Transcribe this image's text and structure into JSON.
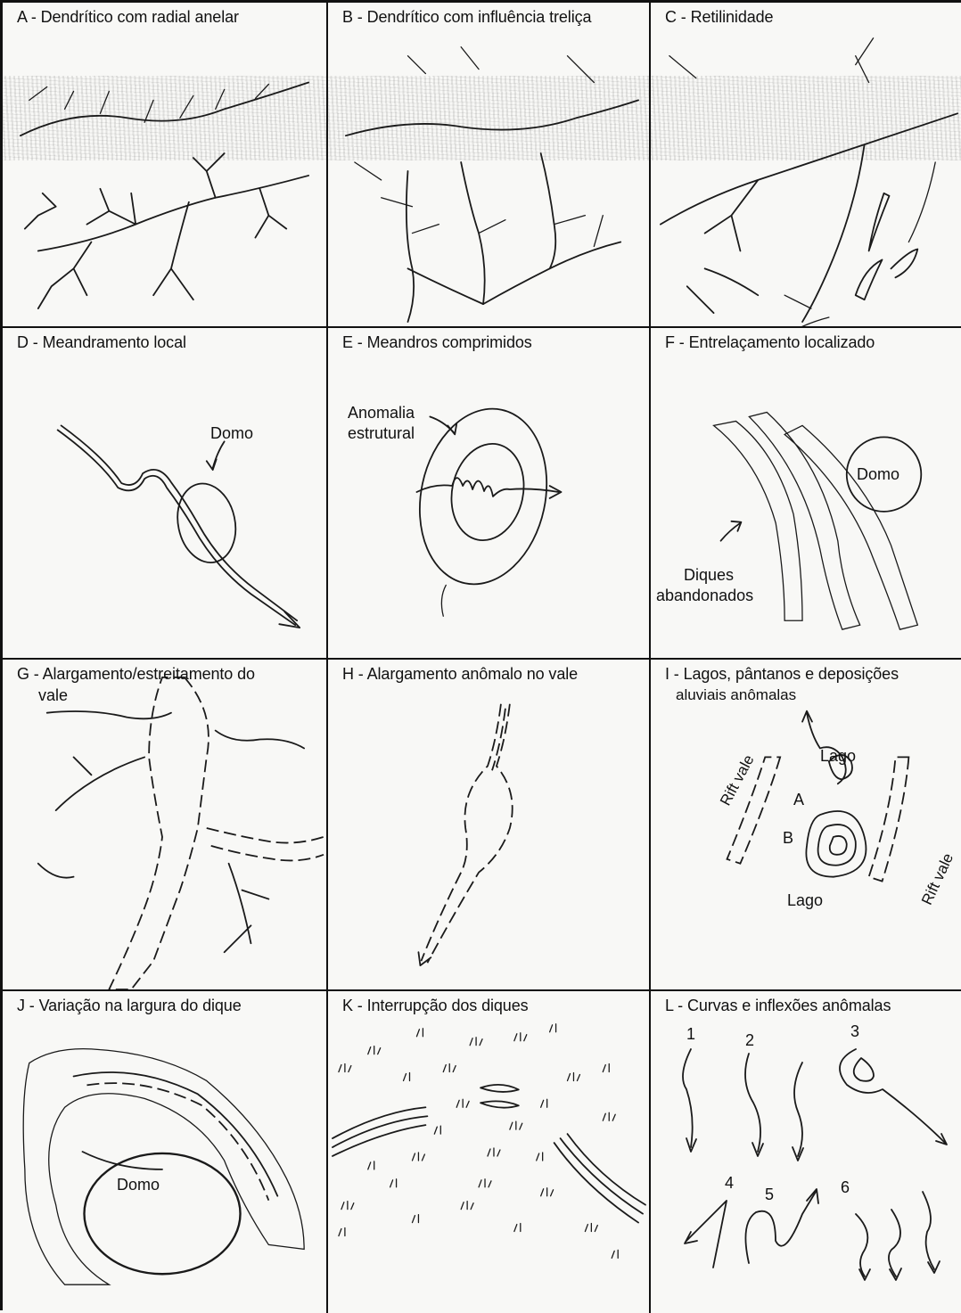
{
  "panels": {
    "a": {
      "title": "A - Dendrítico com radial anelar"
    },
    "b": {
      "title": "B - Dendrítico com influência treliça"
    },
    "c": {
      "title": "C - Retilinidade"
    },
    "d": {
      "title": "D - Meandramento local",
      "labels": {
        "domo": "Domo"
      }
    },
    "e": {
      "title": "E - Meandros comprimidos",
      "labels": {
        "anomalia_1": "Anomalia",
        "anomalia_2": "estrutural"
      }
    },
    "f": {
      "title": "F - Entrelaçamento localizado",
      "labels": {
        "domo": "Domo",
        "diques_1": "Diques",
        "diques_2": "abandonados"
      }
    },
    "g": {
      "title": "G - Alargamento/estreitamento do",
      "subtitle": "vale"
    },
    "h": {
      "title": "H - Alargamento anômalo no vale"
    },
    "i": {
      "title": "I - Lagos, pântanos e deposições",
      "subtitle": "aluviais anômalas",
      "labels": {
        "lago_top": "Lago",
        "a": "A",
        "b": "B",
        "lago_bottom": "Lago",
        "rift_left": "Rift vale",
        "rift_right": "Rift vale"
      }
    },
    "j": {
      "title": "J - Variação na largura do dique",
      "labels": {
        "domo": "Domo"
      }
    },
    "k": {
      "title": "K - Interrupção dos diques"
    },
    "l": {
      "title": "L - Curvas e inflexões anômalas",
      "labels": {
        "n1": "1",
        "n2": "2",
        "n3": "3",
        "n4": "4",
        "n5": "5",
        "n6": "6"
      }
    }
  }
}
